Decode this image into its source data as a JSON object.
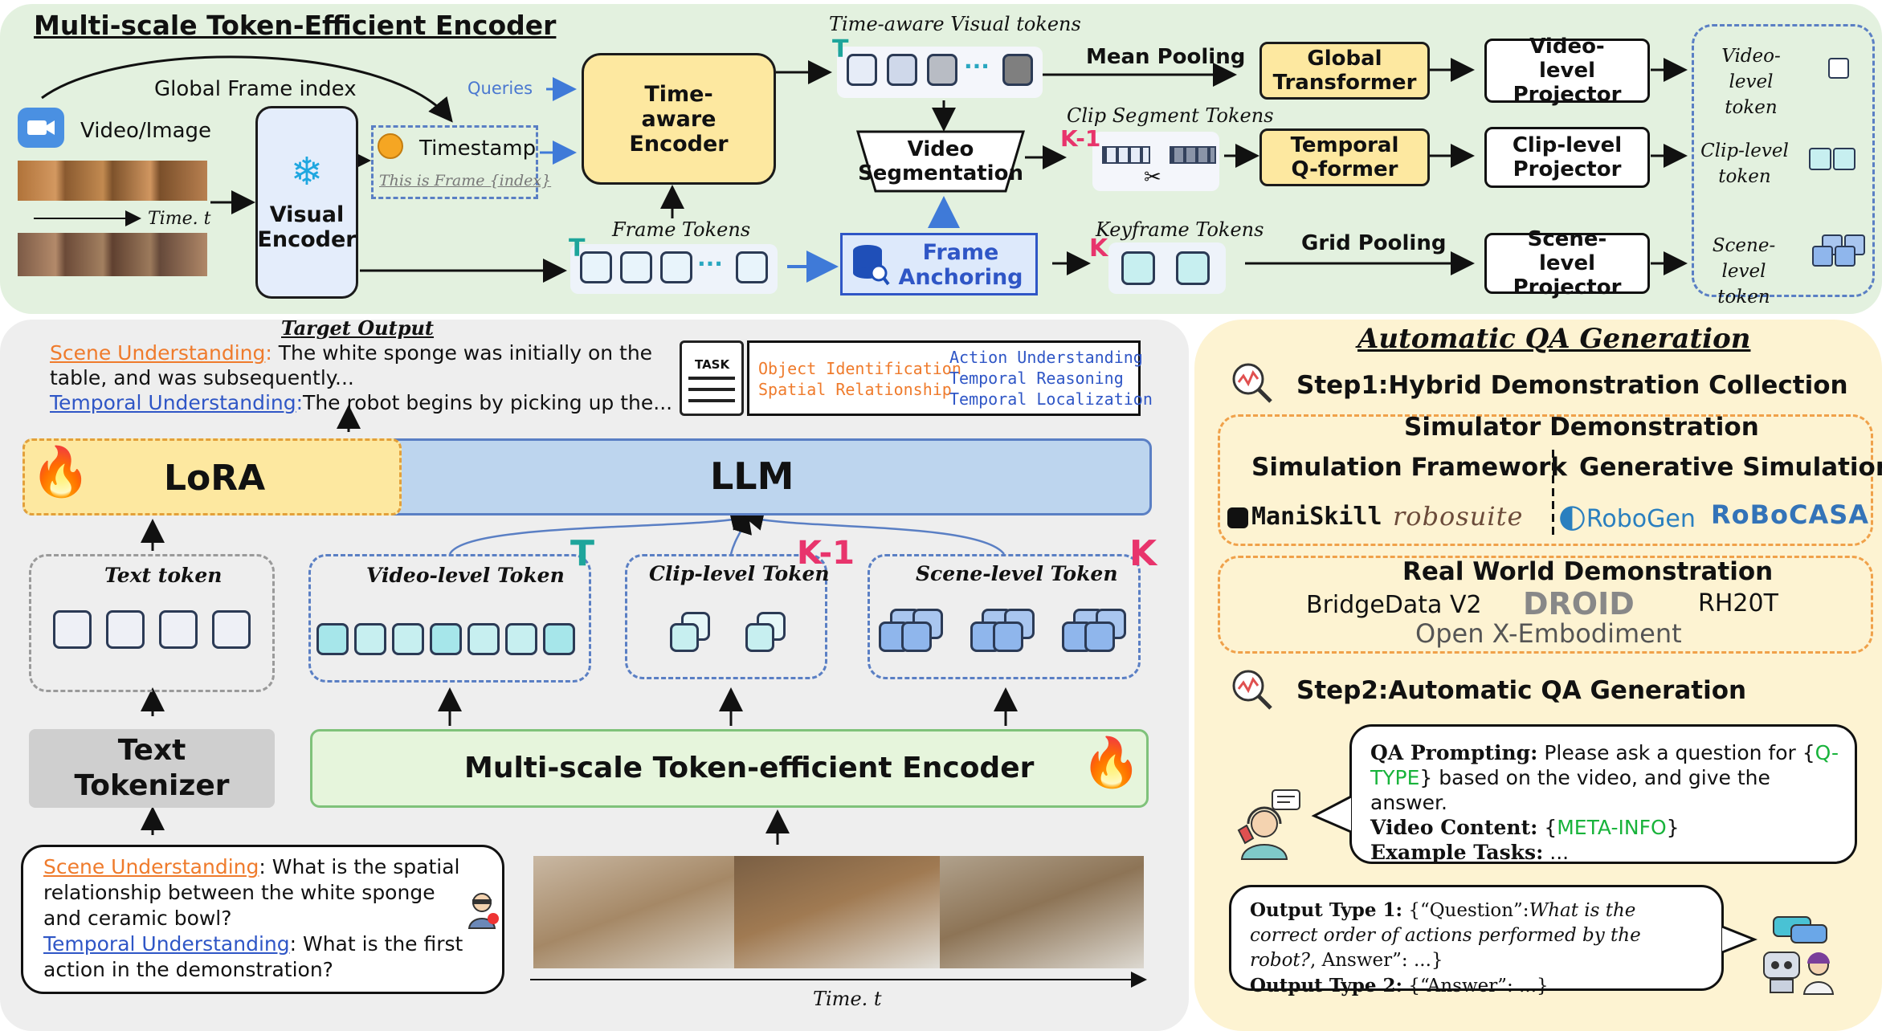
{
  "encoder": {
    "title": "Multi-scale Token-Efficient Encoder",
    "global_frame_index": "Global Frame index",
    "video_image": "Video/Image",
    "time_t": "Time. t",
    "visual_encoder": "Visual Encoder",
    "queries": "Queries",
    "timestamp": "Timestamp",
    "this_is_frame": "This is Frame {index}",
    "time_aware_encoder": "Time-aware Encoder",
    "time_aware_visual_tokens": "Time-aware Visual tokens",
    "frame_tokens": "Frame Tokens",
    "video_segmentation": "Video Segmentation",
    "frame_anchoring": "Frame Anchoring",
    "clip_segment_tokens": "Clip Segment Tokens",
    "keyframe_tokens": "Keyframe Tokens",
    "mean_pooling": "Mean Pooling",
    "grid_pooling": "Grid Pooling",
    "global_transformer": "Global Transformer",
    "temporal_qformer": "Temporal Q-former",
    "video_level_projector": "Video-level Projector",
    "clip_level_projector": "Clip-level Projector",
    "scene_level_projector": "Scene-level Projector",
    "video_level_token": "Video-level token",
    "clip_level_token": "Clip-level token",
    "scene_level_token": "Scene-level token",
    "t_letter": "T",
    "k_letter": "K",
    "k_minus_1": "K-1"
  },
  "llm_section": {
    "target_output": "Target Output",
    "scene_understanding": "Scene Understanding",
    "scene_output": "The white sponge was initially on the table, and was subsequently...",
    "temporal_understanding": "Temporal Understanding",
    "temporal_output": "The robot begins by picking up the...",
    "task_label": "TASK",
    "task_types_left": [
      "Object Identification",
      "Spatial Relationship"
    ],
    "task_types_right": [
      "Action Understanding",
      "Temporal Reasoning",
      "Temporal Localization"
    ],
    "lora": "LoRA",
    "llm": "LLM",
    "text_token": "Text token",
    "video_level_token": "Video-level Token",
    "clip_level_token": "Clip-level Token",
    "scene_level_token": "Scene-level Token",
    "text_tokenizer": "Text Tokenizer",
    "mste": "Multi-scale Token-efficient Encoder",
    "q_scene_question": "What is the spatial relationship between the white sponge and ceramic bowl?",
    "q_temporal_question": "What is the first action in the demonstration?",
    "time_t": "Time. t"
  },
  "qa": {
    "title": "Automatic QA Generation",
    "step1": "Step1:Hybrid Demonstration Collection",
    "simulator_demo": "Simulator Demonstration",
    "sim_framework": "Simulation Framework",
    "gen_sim": "Generative Simulation",
    "maniskill": "ManiSkill",
    "robosuite": "robosuite",
    "robogen": "RoboGen",
    "robocasa": "RoBoCASA",
    "real_world": "Real World Demonstration",
    "bridgedata": "BridgeData V2",
    "droid": "DROID",
    "rh20t": "RH20T",
    "oxe": "Open X-Embodiment",
    "step2": "Step2:Automatic QA Generation",
    "qa_prompting_label": "QA Prompting:",
    "qa_prompting_text1": "Please ask a question for {",
    "q_type": "Q-TYPE",
    "qa_prompting_text2": "} based on the video, and give the answer.",
    "video_content_label": "Video Content:",
    "meta_info": "META-INFO",
    "example_tasks_label": "Example Tasks:",
    "ellipsis": "...",
    "output_type1_label": "Output Type 1:",
    "output_type1_a": "{“Question”:",
    "output_type1_b": "What is the correct order of actions performed by the robot?",
    "output_type1_c": ", Answer”: ...}",
    "output_type2_label": "Output Type 2:",
    "output_type2_text": "{“Answer”: ...}"
  },
  "colors": {
    "panel_green": "#e3f1df",
    "panel_gray": "#eeeeee",
    "panel_yellow": "#fdf3d2",
    "box_yellow": "#fde8a0",
    "box_blue": "#e4edfb",
    "accent_orange": "#ef7b2c",
    "accent_blue": "#2f56c6",
    "accent_green": "#18b33b"
  }
}
